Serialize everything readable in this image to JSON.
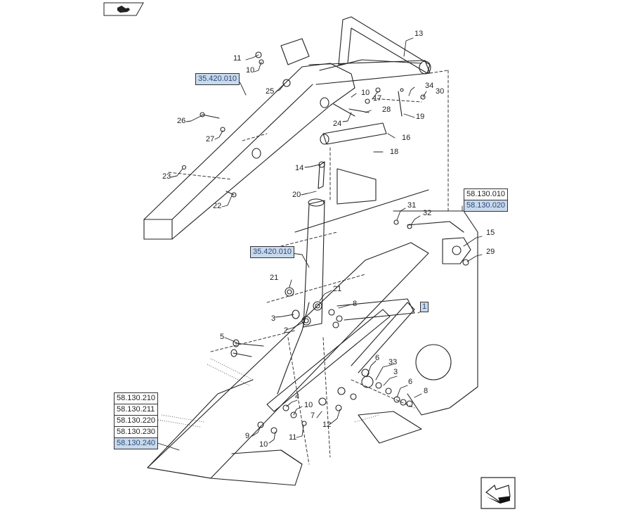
{
  "navigation": {
    "top_icon": "previous-page-hand-icon",
    "bottom_icon": "next-page-arrow-icon"
  },
  "reference_links": {
    "r35_top": "35.420.010",
    "r35_mid": "35.420.010",
    "r58_010": "58.130.010",
    "r58_020": "58.130.020",
    "r58_210": "58.130.210",
    "r58_211": "58.130.211",
    "r58_220": "58.130.220",
    "r58_230": "58.130.230",
    "r58_240": "58.130.240",
    "r1": "1"
  },
  "callouts": [
    {
      "id": "c13",
      "text": "13"
    },
    {
      "id": "c11a",
      "text": "11"
    },
    {
      "id": "c10a",
      "text": "10"
    },
    {
      "id": "c25",
      "text": "25"
    },
    {
      "id": "c10b",
      "text": "10"
    },
    {
      "id": "c17",
      "text": "17"
    },
    {
      "id": "c34",
      "text": "34"
    },
    {
      "id": "c30",
      "text": "30"
    },
    {
      "id": "c28",
      "text": "28"
    },
    {
      "id": "c19",
      "text": "19"
    },
    {
      "id": "c24",
      "text": "24"
    },
    {
      "id": "c16",
      "text": "16"
    },
    {
      "id": "c18",
      "text": "18"
    },
    {
      "id": "c26",
      "text": "26"
    },
    {
      "id": "c27",
      "text": "27"
    },
    {
      "id": "c14",
      "text": "14"
    },
    {
      "id": "c23",
      "text": "23"
    },
    {
      "id": "c20",
      "text": "20"
    },
    {
      "id": "c22",
      "text": "22"
    },
    {
      "id": "c31",
      "text": "31"
    },
    {
      "id": "c32",
      "text": "32"
    },
    {
      "id": "c15",
      "text": "15"
    },
    {
      "id": "c29",
      "text": "29"
    },
    {
      "id": "c21a",
      "text": "21"
    },
    {
      "id": "c21b",
      "text": "21"
    },
    {
      "id": "c8a",
      "text": "8"
    },
    {
      "id": "c3a",
      "text": "3"
    },
    {
      "id": "c2",
      "text": "2"
    },
    {
      "id": "c5",
      "text": "5"
    },
    {
      "id": "c6a",
      "text": "6"
    },
    {
      "id": "c33",
      "text": "33"
    },
    {
      "id": "c3b",
      "text": "3"
    },
    {
      "id": "c6b",
      "text": "6"
    },
    {
      "id": "c8b",
      "text": "8"
    },
    {
      "id": "c4",
      "text": "4"
    },
    {
      "id": "c10c",
      "text": "10"
    },
    {
      "id": "c7",
      "text": "7"
    },
    {
      "id": "c12",
      "text": "12"
    },
    {
      "id": "c9",
      "text": "9"
    },
    {
      "id": "c10d",
      "text": "10"
    },
    {
      "id": "c11b",
      "text": "11"
    }
  ]
}
